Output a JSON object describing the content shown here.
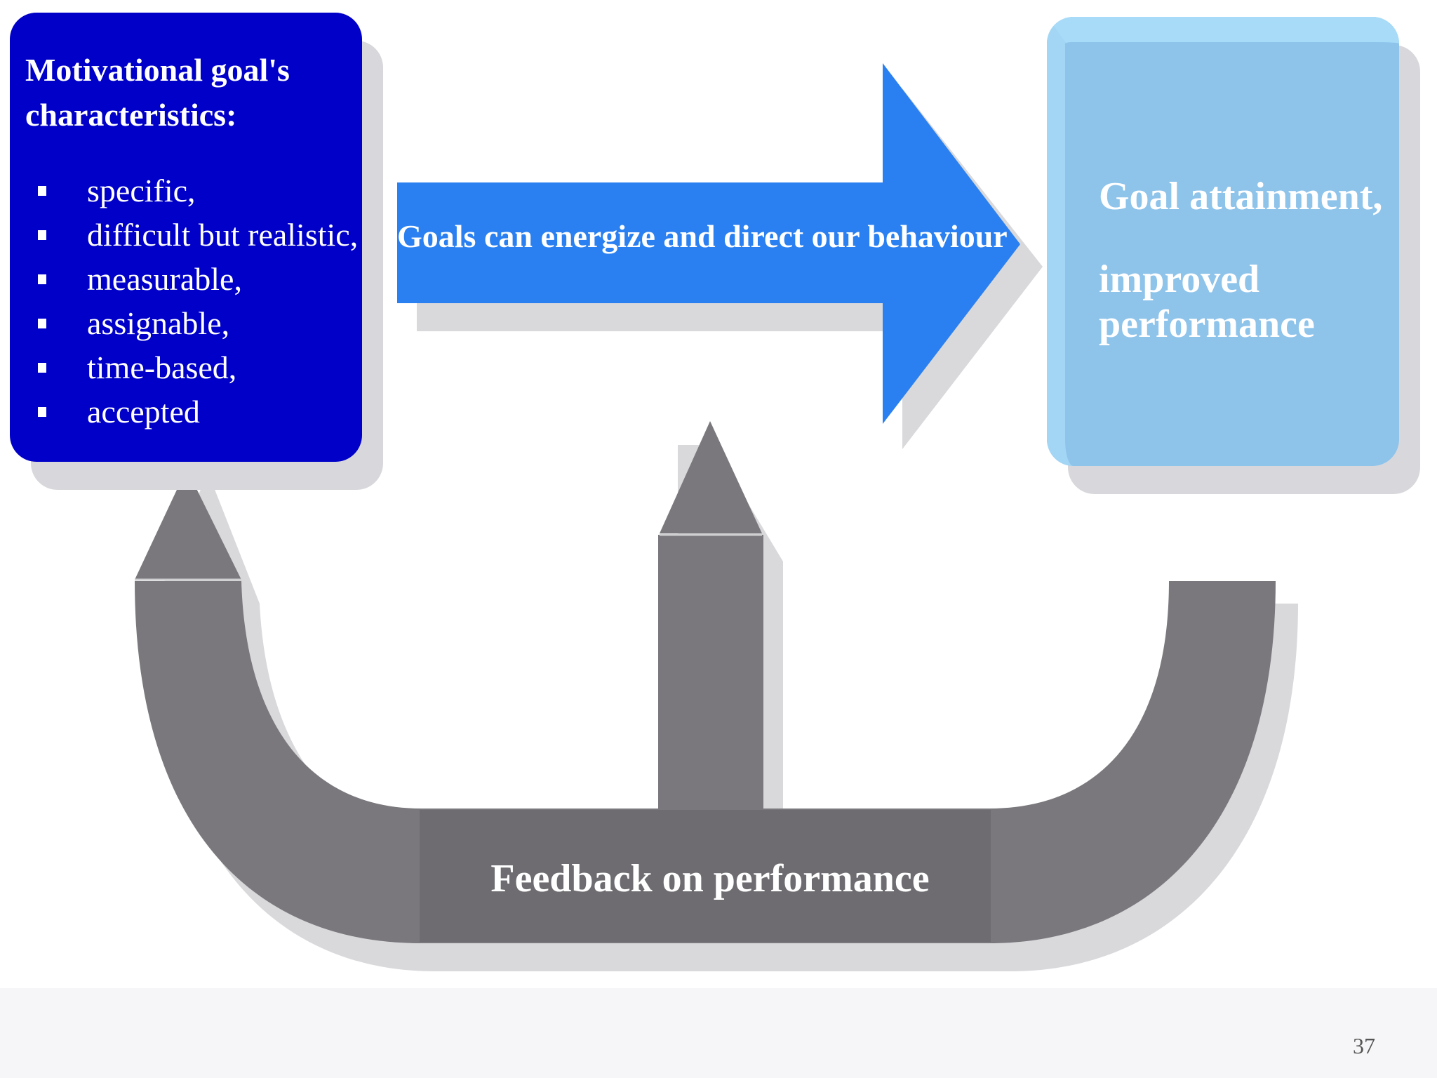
{
  "slide": {
    "page_number": "37"
  },
  "left_box": {
    "title_line1": "Motivational goal's",
    "title_line2": "characteristics:",
    "items": [
      "specific,",
      "difficult but realistic,",
      "measurable,",
      "assignable,",
      "time-based,",
      "accepted"
    ]
  },
  "arrow": {
    "label": "Goals can energize and direct our behaviour"
  },
  "right_box": {
    "line1": "Goal attainment,",
    "line2a": "improved",
    "line2b": "performance"
  },
  "feedback": {
    "label": "Feedback on performance"
  },
  "colors": {
    "left_box": "#0000c8",
    "arrow": "#2a80f0",
    "right_box": "#8ec3ea",
    "feedback_arrow": "#7a787c",
    "shadow": "#d8d8dc"
  }
}
